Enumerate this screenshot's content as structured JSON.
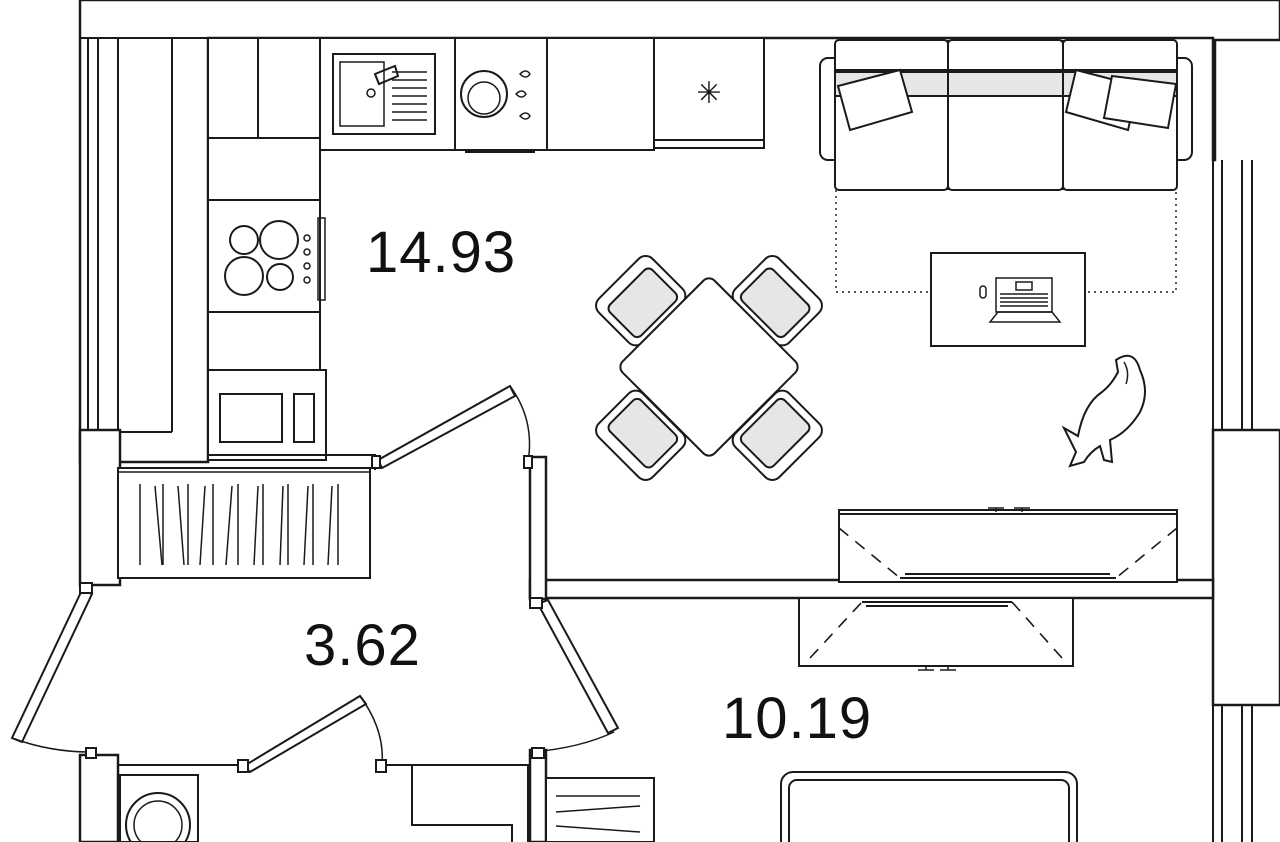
{
  "rooms": {
    "kitchen_living": {
      "area_label": "14.93"
    },
    "hallway": {
      "area_label": "3.62"
    },
    "bedroom": {
      "area_label": "10.19"
    }
  },
  "icons": {
    "stove_snowflake": "✳"
  },
  "colors": {
    "wall_stroke": "#1a1a1a",
    "fill_grey": "#e6e6e6",
    "background": "#ffffff"
  }
}
